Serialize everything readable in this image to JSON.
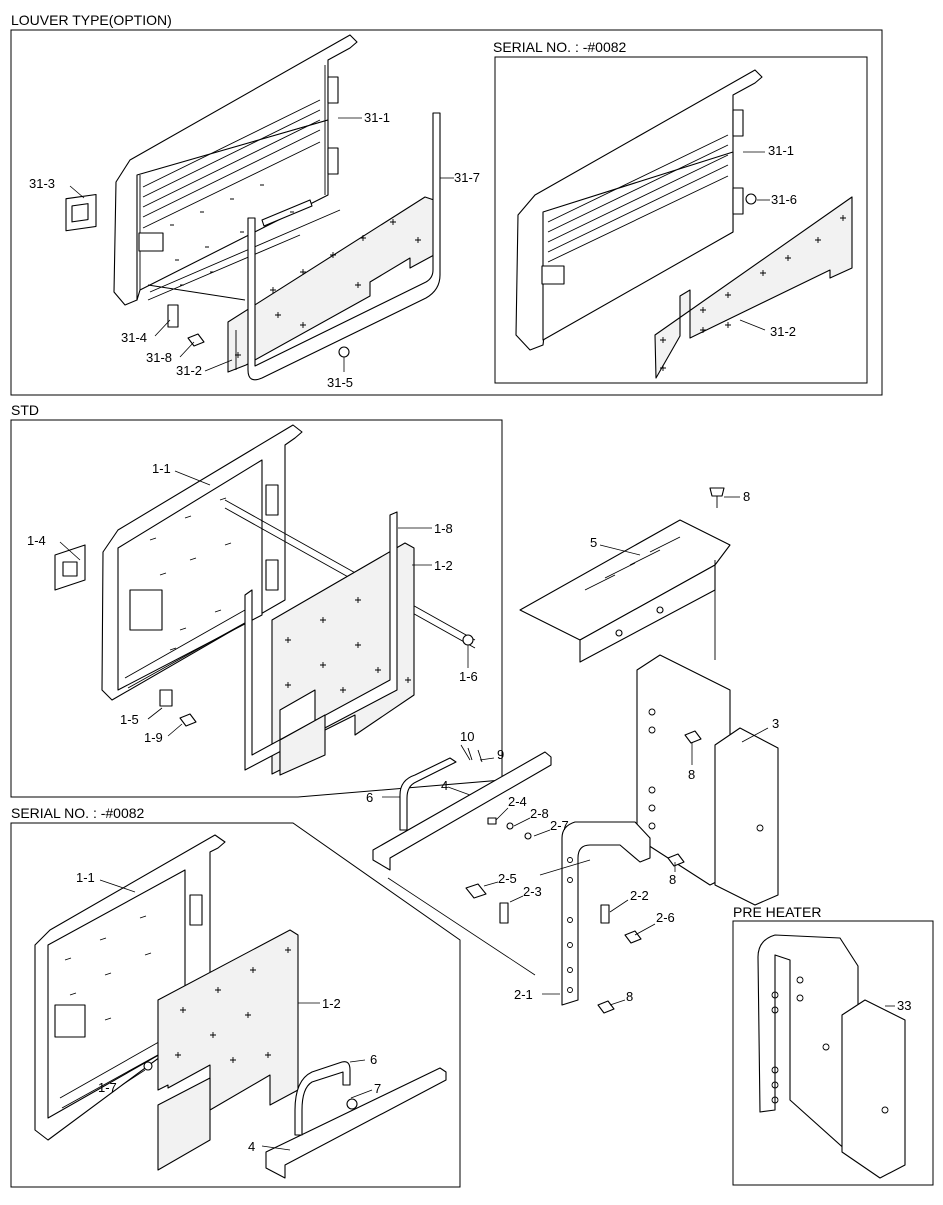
{
  "headers": {
    "louver_type": "LOUVER TYPE(OPTION)",
    "serial_louver": "SERIAL NO. : -#0082",
    "std": "STD",
    "serial_std": "SERIAL NO. : -#0082",
    "pre_heater": "PRE HEATER"
  },
  "labels": {
    "p31_1_a": "31-1",
    "p31_7": "31-7",
    "p31_3": "31-3",
    "p31_4": "31-4",
    "p31_8": "31-8",
    "p31_2_a": "31-2",
    "p31_5": "31-5",
    "p31_1_b": "31-1",
    "p31_6": "31-6",
    "p31_2_b": "31-2",
    "p1_1_a": "1-1",
    "p1_8": "1-8",
    "p1_2_a": "1-2",
    "p1_4": "1-4",
    "p1_6": "1-6",
    "p1_5": "1-5",
    "p1_9": "1-9",
    "p8_a": "8",
    "p5": "5",
    "p3": "3",
    "p8_b": "8",
    "p8_c": "8",
    "p10": "10",
    "p9": "9",
    "p6_a": "6",
    "p4_a": "4",
    "p2_4": "2-4",
    "p2_8": "2-8",
    "p2_7": "2-7",
    "p2_5": "2-5",
    "p2_3": "2-3",
    "p2_2": "2-2",
    "p2_6": "2-6",
    "p2_1": "2-1",
    "p8_d": "8",
    "p1_1_b": "1-1",
    "p1_2_b": "1-2",
    "p1_7": "1-7",
    "p6_b": "6",
    "p7": "7",
    "p4_b": "4",
    "p33": "33"
  }
}
